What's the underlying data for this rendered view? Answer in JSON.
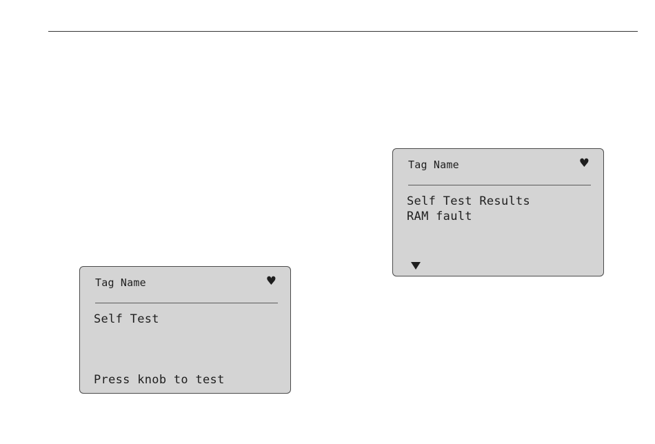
{
  "screens": [
    {
      "tag_name": "Tag Name",
      "heart_icon": "♥",
      "line1": "Self Test",
      "line2": "",
      "bottom_line": "Press knob to test"
    },
    {
      "tag_name": "Tag Name",
      "heart_icon": "♥",
      "line1": "Self Test Results",
      "line2": "RAM fault",
      "scroll_indicator": "down-arrow-icon"
    }
  ]
}
